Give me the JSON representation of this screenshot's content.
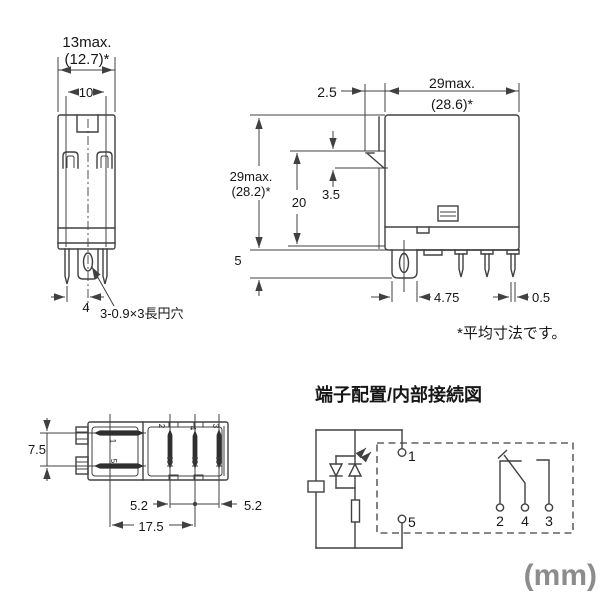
{
  "unit_label": "(mm)",
  "notes": {
    "average_note": "*平均寸法です。"
  },
  "front_view": {
    "width_max": "13max.",
    "width_avg": "(12.7)*",
    "pin_pitch": "10",
    "pin_offset": "4",
    "hole_note": "3-0.9×3長円穴"
  },
  "side_view": {
    "width_max": "29max.",
    "width_avg": "(28.6)*",
    "height_max": "29max.",
    "height_avg": "(28.2)*",
    "latch_offset": "2.5",
    "latch_step": "3.5",
    "case_height": "20",
    "base_height": "5",
    "tab_width": "4.75",
    "pin_thickness": "0.5"
  },
  "bottom_view": {
    "coil_pin_pitch": "7.5",
    "pitch_a": "5.2",
    "pitch_b": "5.2",
    "row_pitch": "17.5",
    "terminal_labels": {
      "t1": "1",
      "t5": "5",
      "t2": "2",
      "t4": "4",
      "t3": "3"
    }
  },
  "circuit": {
    "title": "端子配置/内部接続図",
    "terminals": {
      "t1": "1",
      "t5": "5",
      "t2": "2",
      "t4": "4",
      "t3": "3"
    }
  },
  "colors": {
    "line": "#404040",
    "text": "#161616",
    "muted": "#8c8c8c"
  }
}
